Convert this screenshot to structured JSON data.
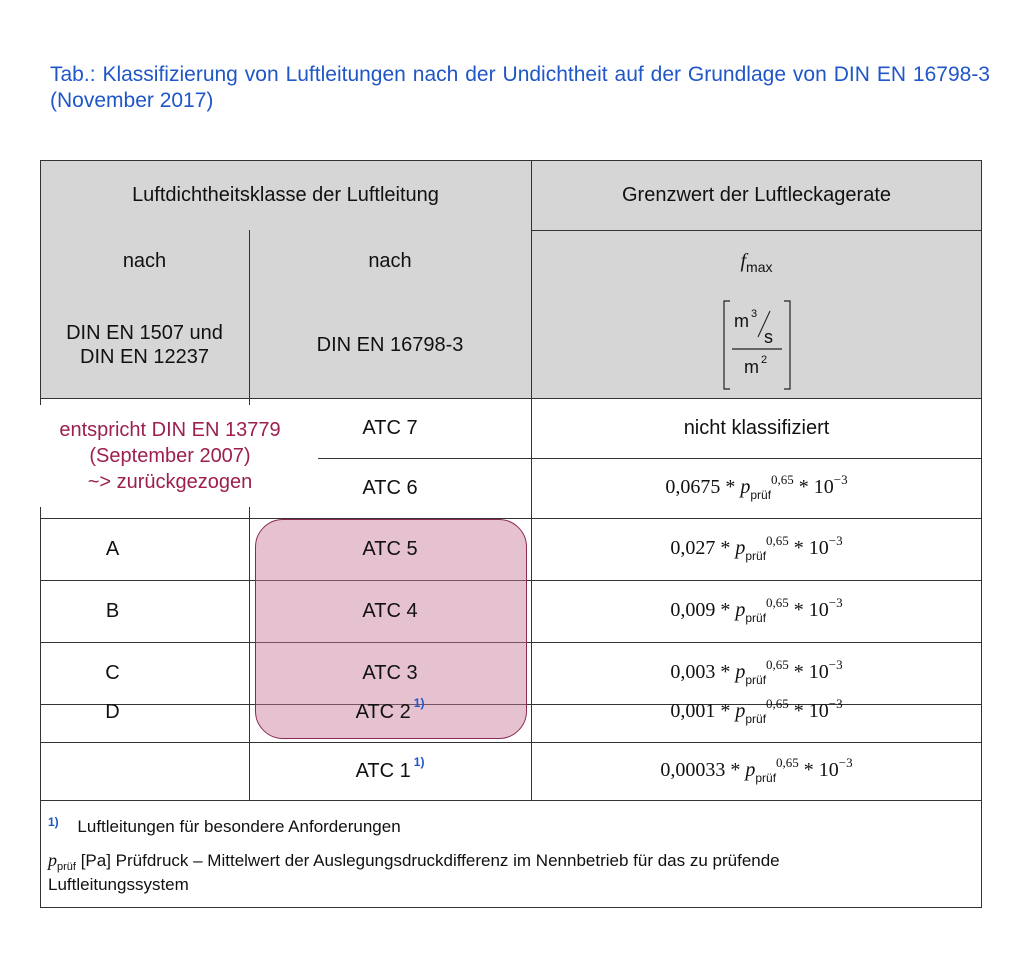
{
  "caption": "Tab.: Klassifizierung von Luftleitungen nach der Undichtheit auf der Grundlage von DIN EN 16798-3 (November 2017)",
  "header": {
    "group_title": "Luftdichtheitsklasse der Luftleitung",
    "limit_title": "Grenzwert der Luftleckagerate",
    "col1_row2": "nach",
    "col2_row2": "nach",
    "col1_row3": "DIN EN 1507 und DIN EN 12237",
    "col2_row3": "DIN EN 16798-3",
    "fmax_symbol": "f",
    "fmax_sub": "max",
    "unit_m3": "m",
    "unit_exp3": "3",
    "unit_s": "s",
    "unit_m2": "m",
    "unit_exp2": "2"
  },
  "rows": [
    {
      "old": "",
      "atc": "ATC 7",
      "footnote": "",
      "limit_text": "nicht klassifiziert"
    },
    {
      "old": "",
      "atc": "ATC 6",
      "footnote": "",
      "coef": "0,0675"
    },
    {
      "old": "A",
      "atc": "ATC 5",
      "footnote": "",
      "coef": "0,027"
    },
    {
      "old": "B",
      "atc": "ATC 4",
      "footnote": "",
      "coef": "0,009"
    },
    {
      "old": "C",
      "atc": "ATC 3",
      "footnote": "",
      "coef": "0,003"
    },
    {
      "old": "D",
      "atc": "ATC 2",
      "footnote": "1)",
      "coef": "0,001"
    },
    {
      "old": "",
      "atc": "ATC 1",
      "footnote": "1)",
      "coef": "0,00033"
    }
  ],
  "formula": {
    "mult": "*",
    "p": "p",
    "p_sub": "prüf",
    "exponent": "0,65",
    "ten": "10",
    "ten_exp": "−3"
  },
  "annotation": {
    "line1": "entspricht DIN EN 13779",
    "line2": "(September 2007)",
    "line3": "~> zurückgezogen"
  },
  "footnotes": {
    "marker": "1)",
    "note1": "Luftleitungen für besondere Anforderungen",
    "p_symbol": "p",
    "p_sub": "prüf",
    "note2_line1": " [Pa] Prüfdruck – Mittelwert der Auslegungsdruckdifferenz im Nennbetrieb für das zu prüfende",
    "note2_line2": "Luftleitungssystem"
  },
  "colors": {
    "caption": "#1f56c8",
    "annotation": "#9c1f4f",
    "highlight": "#c87896",
    "header_bg": "#d6d6d6"
  }
}
